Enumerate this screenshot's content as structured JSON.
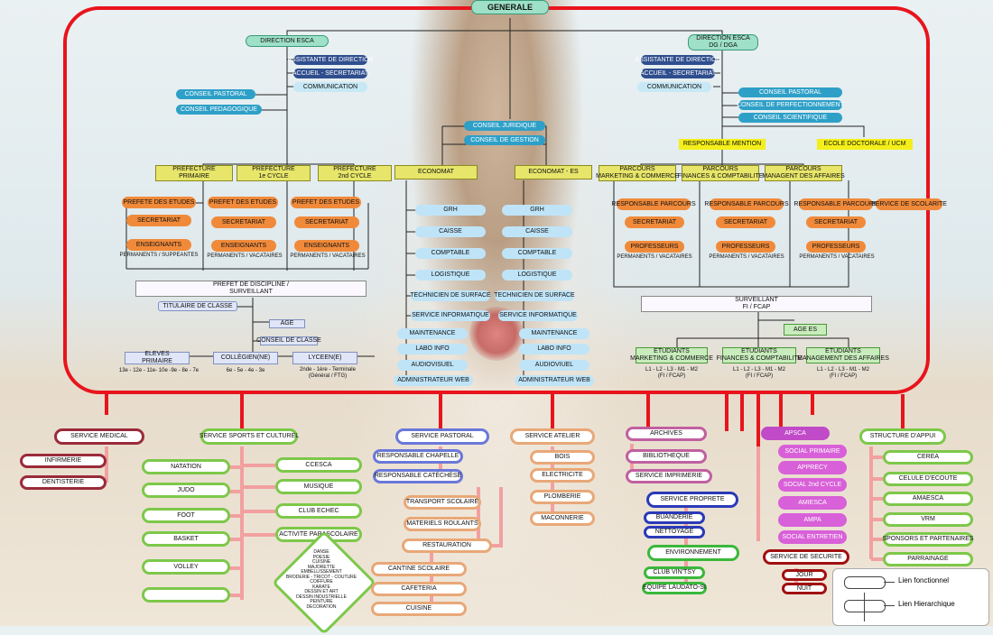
{
  "root": "GENERALE",
  "direction_left": "DIRECTION ESCA",
  "direction_right": [
    "DIRECTION ESCA",
    "DG / DGA"
  ],
  "left_staff": [
    "ASSISTANTE DE DIRECTION",
    "ACCUEIL - SECRETARIAT",
    "COMMUNICATION"
  ],
  "left_councils": [
    "CONSEIL PASTORAL",
    "CONSEIL PEDAGOGIQUE"
  ],
  "right_staff": [
    "ASSISTANTE DE DIRECTION",
    "ACCUEIL - SECRETARIAT",
    "COMMUNICATION"
  ],
  "right_councils": [
    "CONSEIL PASTORAL",
    "CONSEIL DE PERFECTIONNEMENT",
    "CONSEIL SCIENTIFIQUE"
  ],
  "center_councils": [
    "CONSEIL JURIDIQUE",
    "CONSEIL DE GESTION"
  ],
  "responsable_mention": "RESPONSABLE MENTION",
  "ecole_doctorale": "ECOLE DOCTORALE / UCM",
  "prefectures": [
    {
      "title": [
        "PREFECTURE",
        "PRIMAIRE"
      ],
      "prefet": "PREFETE DES ETUDES",
      "sec": "SECRETARIAT",
      "ens": "ENSEIGNANTS",
      "sub": "PERMANENTS / SUPPEANTES"
    },
    {
      "title": [
        "PREFECTURE",
        "1e CYCLE"
      ],
      "prefet": "PREFET DES ETUDES",
      "sec": "SECRETARIAT",
      "ens": "ENSEIGNANTS",
      "sub": "PERMANENTS / VACATAIRES"
    },
    {
      "title": [
        "PREFECTURE",
        "2nd CYCLE"
      ],
      "prefet": "PREFET DES ETUDES",
      "sec": "SECRETARIAT",
      "ens": "ENSEIGNANTS",
      "sub": "PERMANENTS / VACATAIRES"
    }
  ],
  "economat": "ECONOMAT",
  "economat_es": "ECONOMAT - ES",
  "eco_items": [
    "GRH",
    "CAISSE",
    "COMPTABLE",
    "LOGISTIQUE",
    "TECHNICIEN DE SURFACE",
    "SERVICE INFORMATIQUE"
  ],
  "it_items": [
    "MAINTENANCE",
    "LABO INFO",
    "AUDIOVISUEL",
    "ADMINISTRATEUR WEB"
  ],
  "it_items_right": [
    "MAINTENANCE",
    "LABO INFO",
    "AUDIOVIUEL",
    "ADMINISTRATEUR WEB"
  ],
  "parcours": [
    {
      "title": [
        "PARCOURS",
        "MARKETING & COMMERCE"
      ],
      "resp": "RESPONSABLE PARCOURS",
      "sec": "SECRETARIAT",
      "prof": "PROFESSEURS",
      "sub": "PERMANENTS / VACATAIRES"
    },
    {
      "title": [
        "PARCOURS",
        "FINANCES & COMPTABILITE"
      ],
      "resp": "RESPONSABLE PARCOURS",
      "sec": "SECRETARIAT",
      "prof": "PROFESSEURS",
      "sub": "PERMANENTS / VACATAIRES"
    },
    {
      "title": [
        "PARCOURS",
        "MANAGENT DES AFFAIRES"
      ],
      "resp": "RESPONSABLE PARCOURS",
      "sec": "SECRETARIAT",
      "prof": "PROFESSEURS",
      "sub": "PERMANENTS / VACATAIRES"
    }
  ],
  "service_scolarite": "SERVICE DE SCOLARITE",
  "prefet_discipline": [
    "PREFET DE DISCIPLINE /",
    "SURVEILLANT"
  ],
  "titulaire": "TITULAIRE DE CLASSE",
  "age": "AGE",
  "conseil_classe": "CONSEIL DE CLASSE",
  "eleves": [
    {
      "title": [
        "ELEVES",
        "PRIMAIRE"
      ],
      "sub": "13e - 12e - 11e- 10e -9e - 8e - 7e"
    },
    {
      "title": [
        "COLLÈGIEN(NE)"
      ],
      "sub": "6e - 5e - 4e - 3e"
    },
    {
      "title": [
        "LYCEEN(E)"
      ],
      "sub": "2nde - 1ère - Terminale (Général / FTG)"
    }
  ],
  "surveillant": [
    "SURVEILLANT",
    "FI / FCAP"
  ],
  "age_es": "AGE ES",
  "etudiants": [
    {
      "title": [
        "ETUDIANTS",
        "MARKETING & COMMERCE"
      ],
      "sub": [
        "L1 - L2 - L3 - M1 - M2",
        "(FI / FCAP)"
      ]
    },
    {
      "title": [
        "ETUDIANTS",
        "FINANCES & COMPTABILITE"
      ],
      "sub": [
        "L1 - L2 - L3 - M1 - M2",
        "(FI / FCAP)"
      ]
    },
    {
      "title": [
        "ETUDIANTS",
        "MANAGEMENT DES AFFAIRES"
      ],
      "sub": [
        "L1 - L2 - L3 - M1 - M2",
        "(FI / FCAP)"
      ]
    }
  ],
  "service_medical": "SERVICE MEDICAL",
  "medical_items": [
    "INFIRMERIE",
    "DENTISTERIE"
  ],
  "service_sports": "SERVICE SPORTS ET CULTUREL",
  "sports_left": [
    "NATATION",
    "JUDO",
    "FOOT",
    "BASKET",
    "VOLLEY",
    ""
  ],
  "sports_right": [
    "CCESCA",
    "MUSIQUE",
    "CLUB ECHEC",
    "ACTIVITE PARASCOLAIRE"
  ],
  "diamond_items": [
    "DANSE",
    "POESIE",
    "CUISINE",
    "MAJORETTE",
    "EMBELLISSEMENT",
    "BRODERIE - TRICOT - COUTURE",
    "COIFFURE",
    "KARATE",
    "DESSIN ET ART",
    "DESSIN INDUSTRIELLE",
    "PEINTURE",
    "DECORATION"
  ],
  "service_pastoral": "SERVICE PASTORAL",
  "pastoral_items": [
    "RESPONSABLE CHAPELLE",
    "RESPONSABLE CATÉCHÈSE"
  ],
  "transport_items": [
    "TRANSPORT SCOLAIRE",
    "MATERIELS ROULANTS"
  ],
  "restauration": "RESTAURATION",
  "resto_items": [
    "CANTINE SCOLAIRE",
    "CAFETERIA",
    "CUISINE"
  ],
  "service_atelier": "SERVICE ATELIER",
  "atelier_items": [
    "BOIS",
    "ELECTRICITE",
    "PLOMBERIE",
    "MACONNERIE"
  ],
  "archives_items": [
    "ARCHIVES",
    "BIBLIOTHEQUE",
    "SERVICE IMPRIMERIE"
  ],
  "service_proprete": "SERVICE PROPRETE",
  "proprete_items": [
    "BUANDERIE",
    "NETTOYAGE"
  ],
  "environnement": "ENVIRONNEMENT",
  "env_items": [
    "CLUB VIN'TSY",
    "EQUIPE LAUDATO-SI"
  ],
  "apsca_items": [
    "APSCA",
    "SOCIAL PRIMAIRE",
    "APPRECY",
    "SOCIAL 2nd CYCLE",
    "AMIESCA",
    "AMPA",
    "SOCIAL ENTRETIEN"
  ],
  "securite": "SERVICE DE SECURITE",
  "securite_items": [
    "JOUR",
    "NUIT"
  ],
  "structure": "STRUCTURE D'APPUI",
  "structure_items": [
    "CEREA",
    "CELULE D'ECOUTE",
    "AMAESCA",
    "VRM",
    "SPONSORS ET PARTENAIRES",
    "PARRAINAGE"
  ],
  "legend": {
    "fonctionnel": "Lien fonctionnel",
    "hierarchique": "Lien Hierarchique"
  }
}
